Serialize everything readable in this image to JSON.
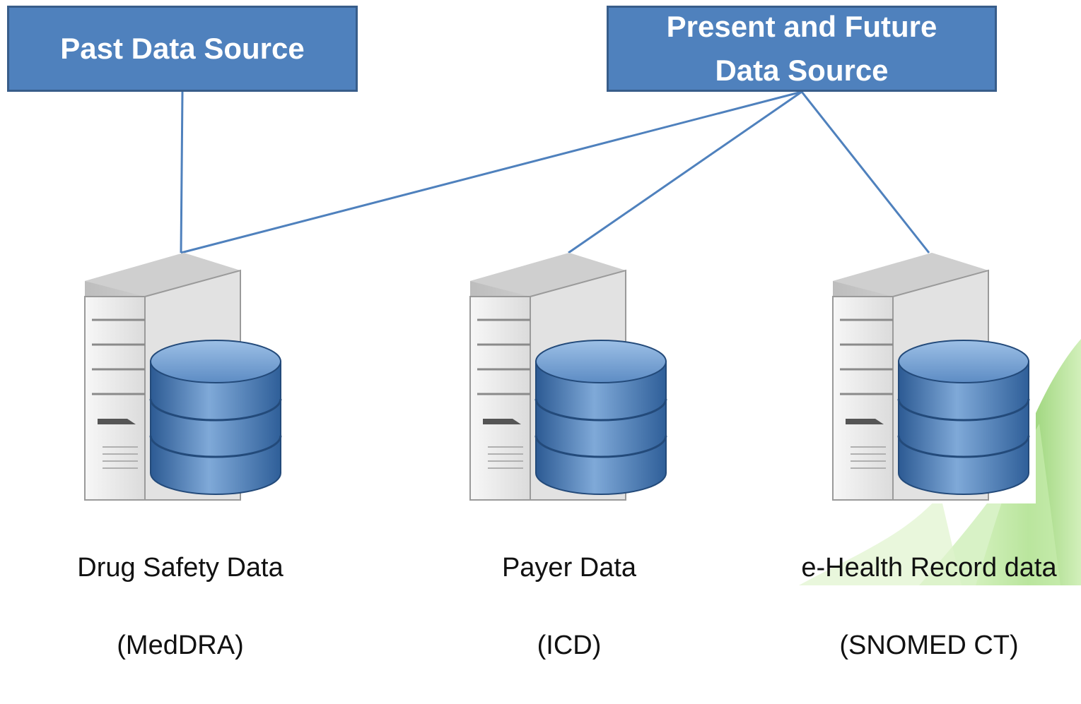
{
  "sources": {
    "past": "Past  Data Source",
    "present_future": "Present and Future\nData Source"
  },
  "servers": [
    {
      "name": "Drug Safety Data",
      "code": "(MedDRA)"
    },
    {
      "name": "Payer Data",
      "code": "(ICD)"
    },
    {
      "name": "e-Health Record data",
      "code": "(SNOMED CT)"
    }
  ],
  "colors": {
    "box_fill": "#4f81bd",
    "box_border": "#385d8a",
    "connector": "#4f81bd",
    "database": "#3f6fa8",
    "server_body": "#e6e6e6",
    "background_accent": "#9fd67a"
  }
}
